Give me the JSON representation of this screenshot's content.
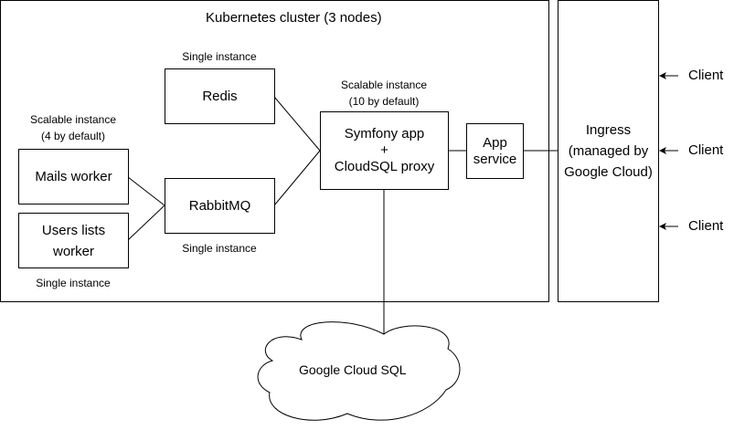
{
  "cluster": {
    "title": "Kubernetes cluster (3 nodes)"
  },
  "nodes": {
    "redis": {
      "label": "Redis",
      "note": "Single instance"
    },
    "rabbitmq": {
      "label": "RabbitMQ",
      "note": "Single instance"
    },
    "mails_worker": {
      "label": "Mails worker",
      "note_line1": "Scalable instance",
      "note_line2": "(4 by default)"
    },
    "users_lists_worker": {
      "label_line1": "Users lists",
      "label_line2": "worker",
      "note": "Single instance"
    },
    "symfony": {
      "label_line1": "Symfony app",
      "label_line2": "+",
      "label_line3": "CloudSQL proxy",
      "note_line1": "Scalable instance",
      "note_line2": "(10 by default)"
    },
    "app_service": {
      "label_line1": "App",
      "label_line2": "service"
    },
    "ingress": {
      "label_line1": "Ingress",
      "label_line2": "(managed by",
      "label_line3": "Google Cloud)"
    },
    "cloud_sql": {
      "label": "Google Cloud SQL"
    }
  },
  "clients": [
    {
      "label": "Client"
    },
    {
      "label": "Client"
    },
    {
      "label": "Client"
    }
  ]
}
